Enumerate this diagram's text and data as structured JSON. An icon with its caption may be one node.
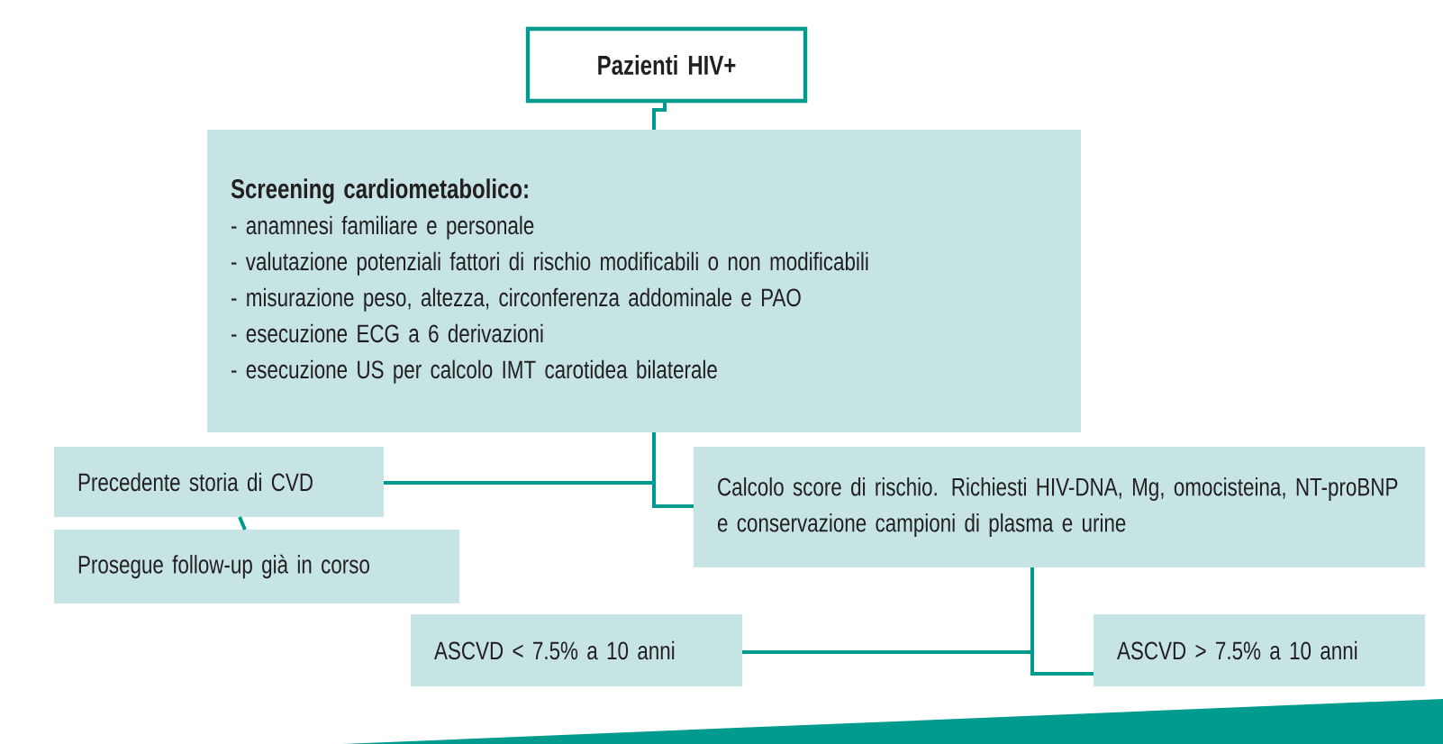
{
  "diagram": {
    "nodes": [
      {
        "text": [
          "Pazienti HIV+"
        ]
      },
      {
        "text": [
          "Screening cardiometabolico:",
          "- anamnesi familiare e personale",
          "- valutazione potenziali fattori di rischio modificabili o non modificabili",
          "- misurazione peso, altezza, circonferenza addominale e PAO",
          "- esecuzione ECG a 6 derivazioni",
          "- esecuzione US per calcolo IMT carotidea bilaterale"
        ]
      },
      {
        "text": [
          "Precedente storia di CVD"
        ]
      },
      {
        "text": [
          "Prosegue follow-up già in corso"
        ]
      },
      {
        "text": [
          "Calcolo score di rischio. Richiesti HIV-DNA, Mg, omocisteina, NT-proBNP e conservazione campioni di plasma e urine"
        ]
      },
      {
        "text": [
          "ASCVD < 7.5% a 10 anni"
        ]
      },
      {
        "text": [
          "ASCVD > 7.5% a 10 anni"
        ]
      }
    ],
    "edges": [
      {
        "from": 0,
        "to": 1,
        "arrow": "none"
      },
      {
        "from": 1,
        "to": 2,
        "arrow": "none"
      },
      {
        "from": 1,
        "to": 4,
        "arrow": "none"
      },
      {
        "from": 2,
        "to": 3,
        "arrow": "none"
      },
      {
        "from": 4,
        "to": 5,
        "arrow": "none"
      },
      {
        "from": 4,
        "to": 6,
        "arrow": "none"
      }
    ]
  }
}
